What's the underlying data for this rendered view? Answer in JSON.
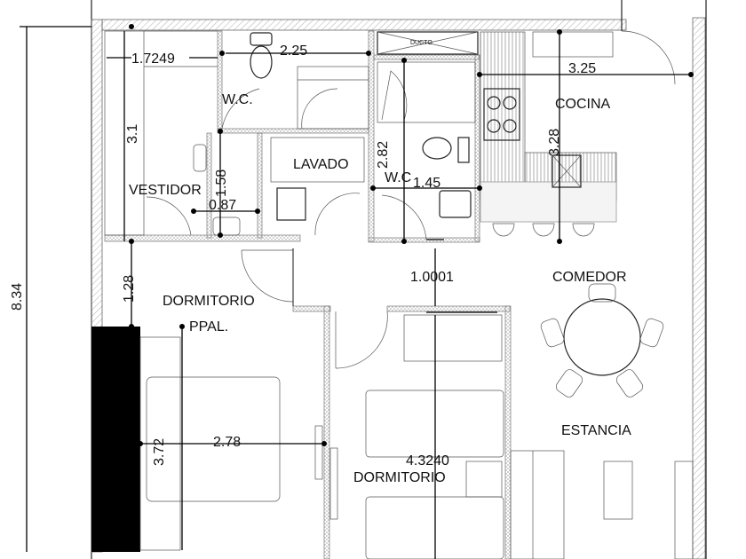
{
  "plan": {
    "rooms": {
      "vestidor": "VESTIDOR",
      "wc1": "W.C.",
      "wc2": "W.C",
      "lavado": "LAVADO",
      "cocina": "COCINA",
      "ducto": "DUCTO",
      "dormitorio_ppal_line1": "DORMITORIO",
      "dormitorio_ppal_line2": "PPAL.",
      "dormitorio": "DORMITORIO",
      "comedor": "COMEDOR",
      "estancia": "ESTANCIA"
    },
    "dimensions": {
      "total_height": "8.34",
      "vestidor_width": "1.7249",
      "wc_width": "2.25",
      "vestidor_height": "3.1",
      "closet_height": "1.58",
      "closet_width": "0.87",
      "wc2_height": "2.82",
      "wc2_width": "1.45",
      "cocina_width": "3.25",
      "cocina_height": "3.28",
      "hall_height": "1.28",
      "door_gap": "1.0001",
      "ppal_height": "3.72",
      "ppal_width": "2.78",
      "dormitorio_height": "4.3240"
    }
  }
}
